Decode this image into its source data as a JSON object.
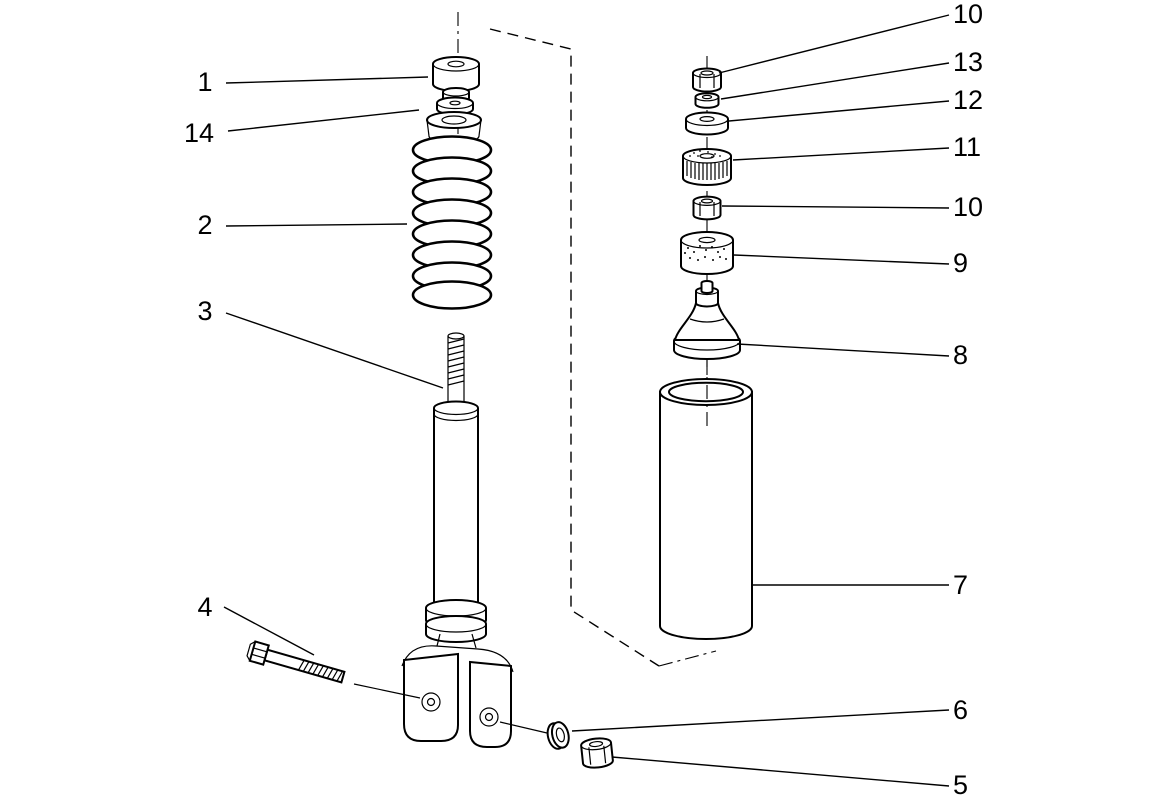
{
  "colors": {
    "background": "#ffffff",
    "line": "#000000"
  },
  "callouts": {
    "left": [
      {
        "label": "1"
      },
      {
        "label": "14"
      },
      {
        "label": "2"
      },
      {
        "label": "3"
      },
      {
        "label": "4"
      }
    ],
    "right": [
      {
        "label": "10"
      },
      {
        "label": "13"
      },
      {
        "label": "12"
      },
      {
        "label": "11"
      },
      {
        "label": "10"
      },
      {
        "label": "9"
      },
      {
        "label": "8"
      },
      {
        "label": "7"
      },
      {
        "label": "6"
      },
      {
        "label": "5"
      }
    ]
  }
}
